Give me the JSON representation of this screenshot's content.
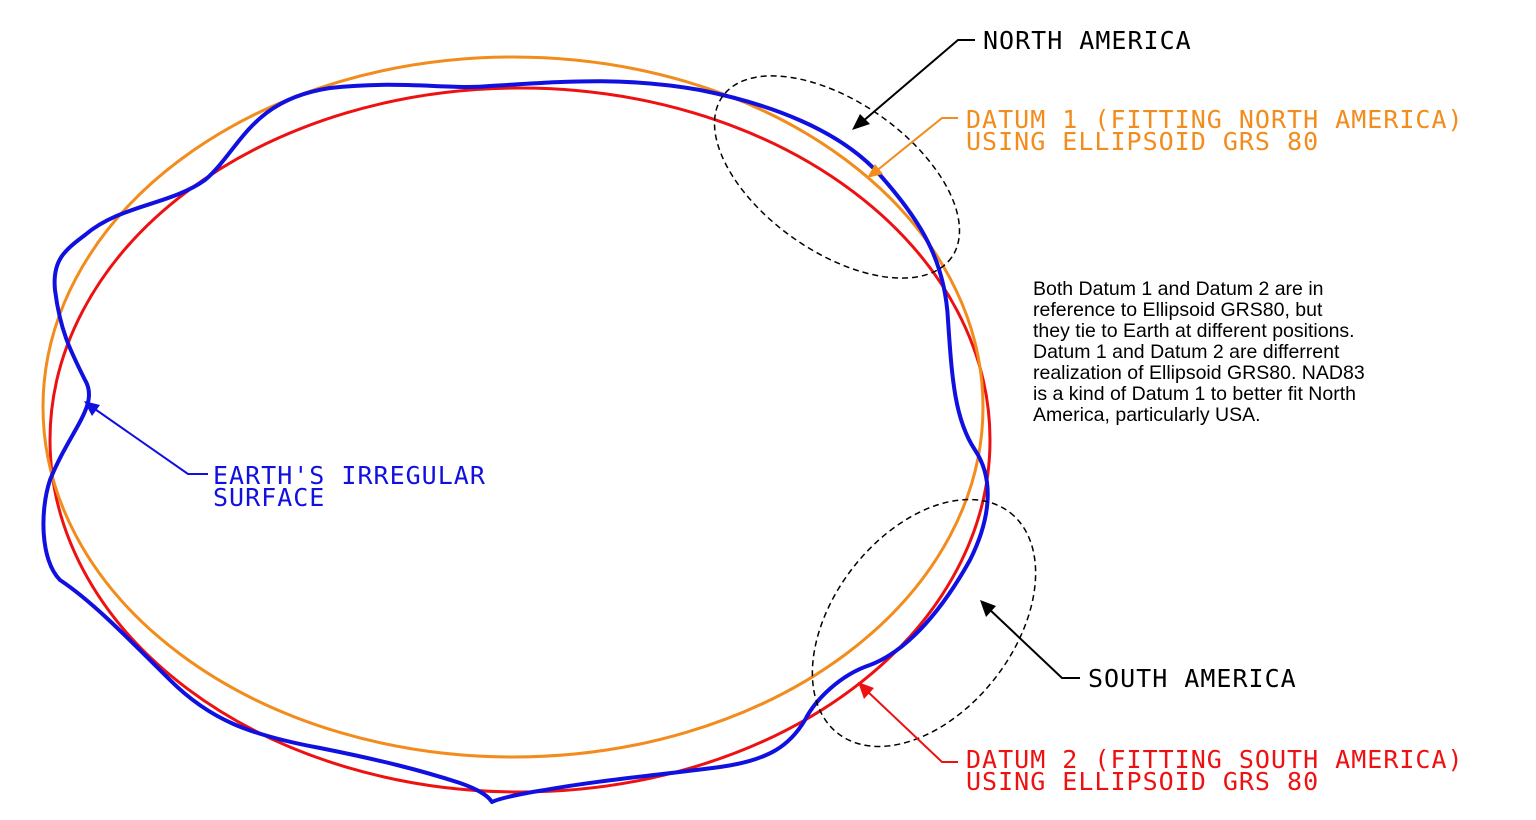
{
  "colors": {
    "earth_surface": "#1010e0",
    "datum_1": "#f28c1c",
    "datum_2": "#ee1111",
    "region_outline": "#000000",
    "text": "#000000"
  },
  "labels": {
    "north_america": "NORTH AMERICA",
    "south_america": "SOUTH AMERICA",
    "earth_surface": [
      "EARTH'S IRREGULAR",
      "SURFACE"
    ],
    "datum_1": [
      "DATUM 1 (FITTING NORTH AMERICA)",
      "USING ELLIPSOID GRS 80"
    ],
    "datum_2": [
      "DATUM 2 (FITTING SOUTH AMERICA)",
      "USING ELLIPSOID GRS 80"
    ]
  },
  "note": [
    "Both Datum 1 and Datum 2 are in",
    "reference to Ellipsoid GRS80, but",
    "they tie to Earth at different positions.",
    "Datum 1 and Datum 2 are differrent",
    "realization of Ellipsoid GRS80. NAD83",
    "is a kind of Datum 1 to better fit North",
    "America, particularly USA."
  ]
}
